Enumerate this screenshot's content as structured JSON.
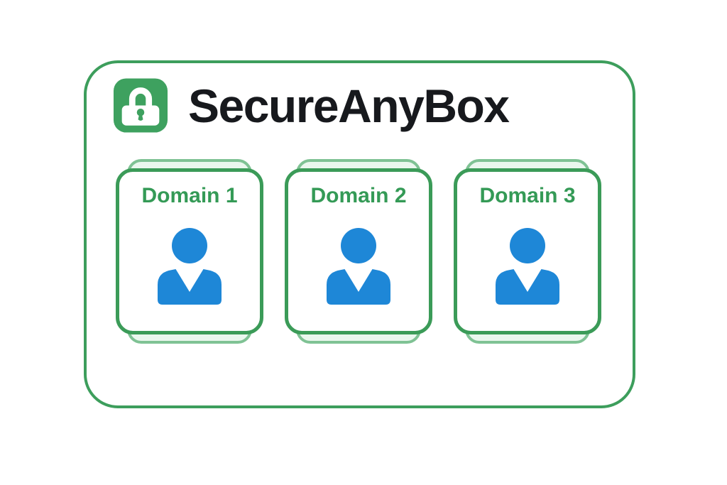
{
  "header": {
    "title": "SecureAnyBox",
    "logo_icon": "lock-icon"
  },
  "domains": [
    {
      "label": "Domain 1",
      "icon": "user-icon"
    },
    {
      "label": "Domain 2",
      "icon": "user-icon"
    },
    {
      "label": "Domain 3",
      "icon": "user-icon"
    }
  ],
  "colors": {
    "green_border": "#3d9e5c",
    "card_border": "#3b9b58",
    "back_border": "#7fc294",
    "back_fill": "#eaf7ee",
    "icon_green": "#3ea15f",
    "domain_green": "#349a56",
    "blue": "#1e87d7",
    "title_color": "#17191d"
  }
}
